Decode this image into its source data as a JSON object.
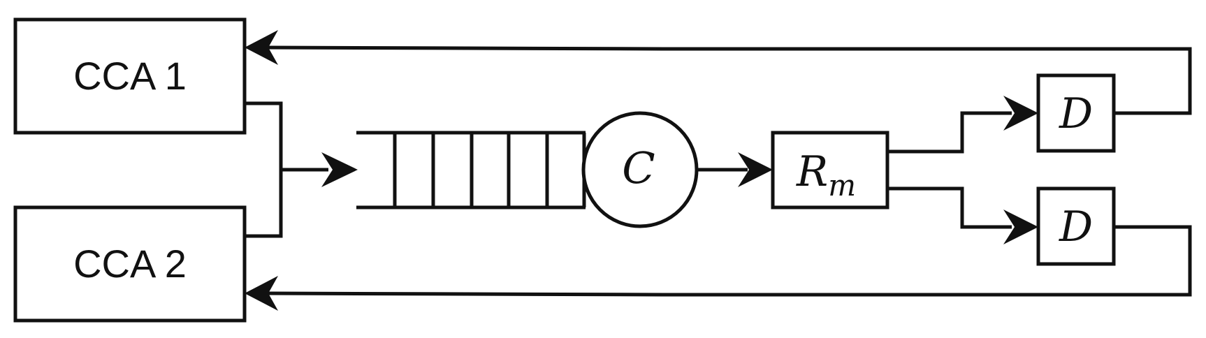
{
  "diagram": {
    "cca1_label": "CCA 1",
    "cca2_label": "CCA 2",
    "server_label": "C",
    "router_label": "R",
    "router_subscript": "m",
    "delay_top_label": "D",
    "delay_bottom_label": "D",
    "queue_slots": 5
  }
}
